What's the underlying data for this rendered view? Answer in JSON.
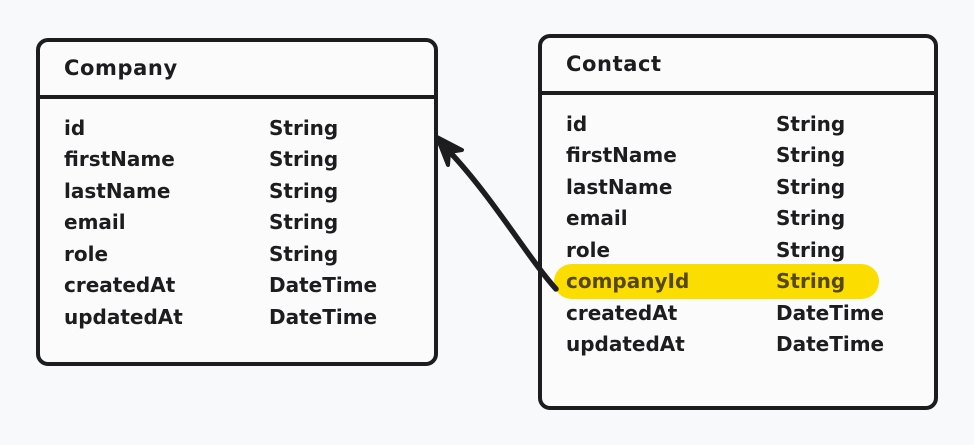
{
  "diagram": {
    "background_color": "#f8f9fb",
    "line_color": "#1d1d1f",
    "highlight_color": "#fbdd00",
    "highlight_text_color": "#55480a"
  },
  "entities": [
    {
      "name": "company",
      "title": "Company",
      "fields": [
        {
          "name": "id",
          "type": "String",
          "highlighted": false
        },
        {
          "name": "firstName",
          "type": "String",
          "highlighted": false
        },
        {
          "name": "lastName",
          "type": "String",
          "highlighted": false
        },
        {
          "name": "email",
          "type": "String",
          "highlighted": false
        },
        {
          "name": "role",
          "type": "String",
          "highlighted": false
        },
        {
          "name": "createdAt",
          "type": "DateTime",
          "highlighted": false
        },
        {
          "name": "updatedAt",
          "type": "DateTime",
          "highlighted": false
        }
      ]
    },
    {
      "name": "contact",
      "title": "Contact",
      "fields": [
        {
          "name": "id",
          "type": "String",
          "highlighted": false
        },
        {
          "name": "firstName",
          "type": "String",
          "highlighted": false
        },
        {
          "name": "lastName",
          "type": "String",
          "highlighted": false
        },
        {
          "name": "email",
          "type": "String",
          "highlighted": false
        },
        {
          "name": "role",
          "type": "String",
          "highlighted": false
        },
        {
          "name": "companyId",
          "type": "String",
          "highlighted": true
        },
        {
          "name": "createdAt",
          "type": "DateTime",
          "highlighted": false
        },
        {
          "name": "updatedAt",
          "type": "DateTime",
          "highlighted": false
        }
      ]
    }
  ],
  "relation": {
    "name": "company-id-foreign-key-arrow",
    "from_entity": "contact",
    "from_field": "companyId",
    "to_entity": "company",
    "direction": "contact-to-company"
  }
}
